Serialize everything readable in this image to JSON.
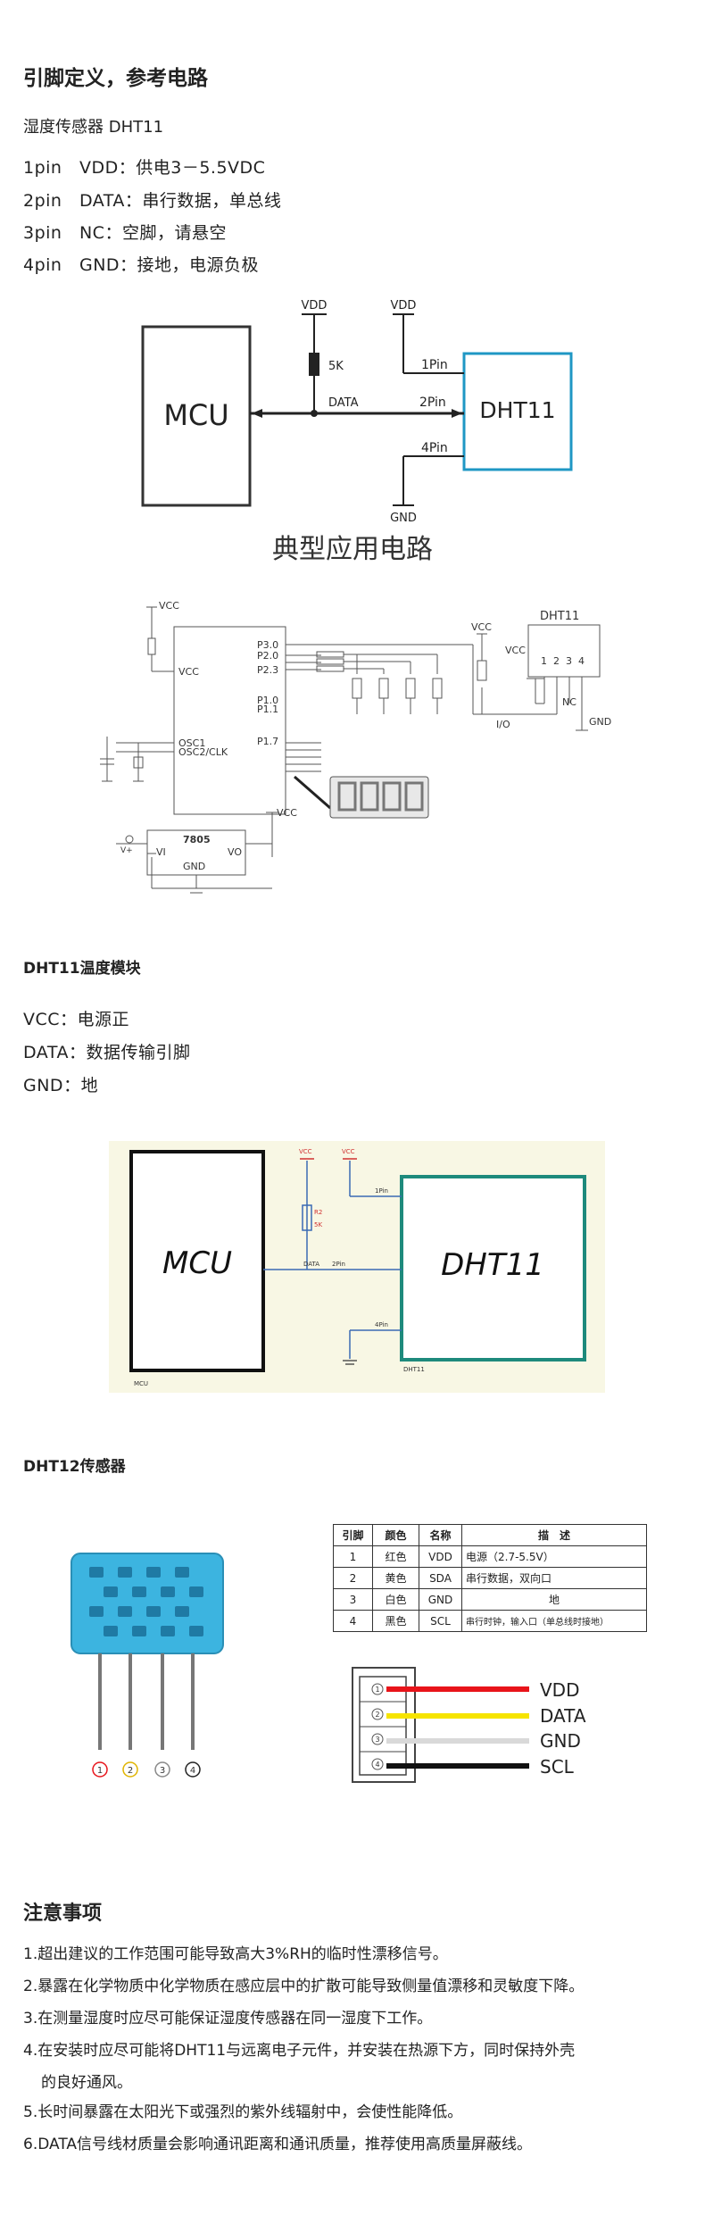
{
  "title": "引脚定义，参考电路",
  "dht11_pins": {
    "heading": "湿度传感器 DHT11",
    "lines": [
      "1pin　VDD：供电3－5.5VDC",
      "2pin　DATA：串行数据，单总线",
      "3pin　NC：空脚，请悬空",
      "4pin　GND：接地，电源负极"
    ]
  },
  "circuit1": {
    "vdd1": "VDD",
    "vdd2": "VDD",
    "res": "5K",
    "mcu": "MCU",
    "data": "DATA",
    "pin1": "1Pin",
    "pin2": "2Pin",
    "pin4": "4Pin",
    "dht": "DHT11",
    "gnd": "GND",
    "caption": "典型应用电路"
  },
  "circuit2": {
    "vcc_top": "VCC",
    "vcc_mid": "VCC",
    "p30": "P3.0",
    "p20": "P2.0",
    "p23": "P2.3",
    "p10": "P1.0",
    "p11": "P1.1",
    "p17": "P1.7",
    "osc1": "OSC1",
    "osc2": "OSC2/CLK",
    "dht_label": "DHT11",
    "vcc_dht": "VCC",
    "vcc_inner": "VCC",
    "pin_nums": [
      "1",
      "2",
      "3",
      "4"
    ],
    "io": "I/O",
    "nc": "NC",
    "gnd": "GND",
    "reg": "7805",
    "vi": "VI",
    "vo": "VO",
    "reg_gnd": "GND",
    "vcc_reg": "VCC",
    "vplus": "V+"
  },
  "module": {
    "heading": "DHT11温度模块",
    "lines": [
      "VCC：电源正",
      "DATA：数据传输引脚",
      "GND：地"
    ],
    "diagram": {
      "mcu": "MCU",
      "dht": "DHT11",
      "vcc1": "VCC",
      "vcc2": "VCC",
      "r2": "R2",
      "r_val": "5K",
      "data": "DATA",
      "pin1": "1Pin",
      "pin2": "2Pin",
      "pin4": "4Pin",
      "mcu_small": "MCU",
      "dht_small": "DHT11"
    }
  },
  "dht12": {
    "heading": "DHT12传感器",
    "table": {
      "headers": [
        "引脚",
        "颜色",
        "名称",
        "描　述"
      ],
      "rows": [
        [
          "1",
          "红色",
          "VDD",
          "电源（2.7-5.5V）"
        ],
        [
          "2",
          "黄色",
          "SDA",
          "串行数据，双向口"
        ],
        [
          "3",
          "白色",
          "GND",
          "地"
        ],
        [
          "4",
          "黑色",
          "SCL",
          "串行时钟，输入口（单总线时接地）"
        ]
      ]
    },
    "pin_circles": [
      "1",
      "2",
      "3",
      "4"
    ],
    "connector": {
      "nums": [
        "1",
        "2",
        "3",
        "4"
      ],
      "labels": [
        "VDD",
        "DATA",
        "GND",
        "SCL"
      ],
      "colors": [
        "#e8141a",
        "#f6e400",
        "#d9d9d9",
        "#111111"
      ]
    },
    "sensor_color": "#3cb4e0"
  },
  "notes": {
    "heading": "注意事项",
    "items": [
      "1.超出建议的工作范围可能导致高大3%RH的临时性漂移信号。",
      "2.暴露在化学物质中化学物质在感应层中的扩散可能导致侧量值漂移和灵敏度下降。",
      "3.在测量湿度时应尽可能保证湿度传感器在同一湿度下工作。",
      "4.在安装时应尽可能将DHT11与远离电子元件，并安装在热源下方，同时保持外壳",
      "的良好通风。",
      "5.长时间暴露在太阳光下或强烈的紫外线辐射中，会使性能降低。",
      "6.DATA信号线材质量会影响通讯距离和通讯质量，推荐使用高质量屏蔽线。"
    ]
  }
}
